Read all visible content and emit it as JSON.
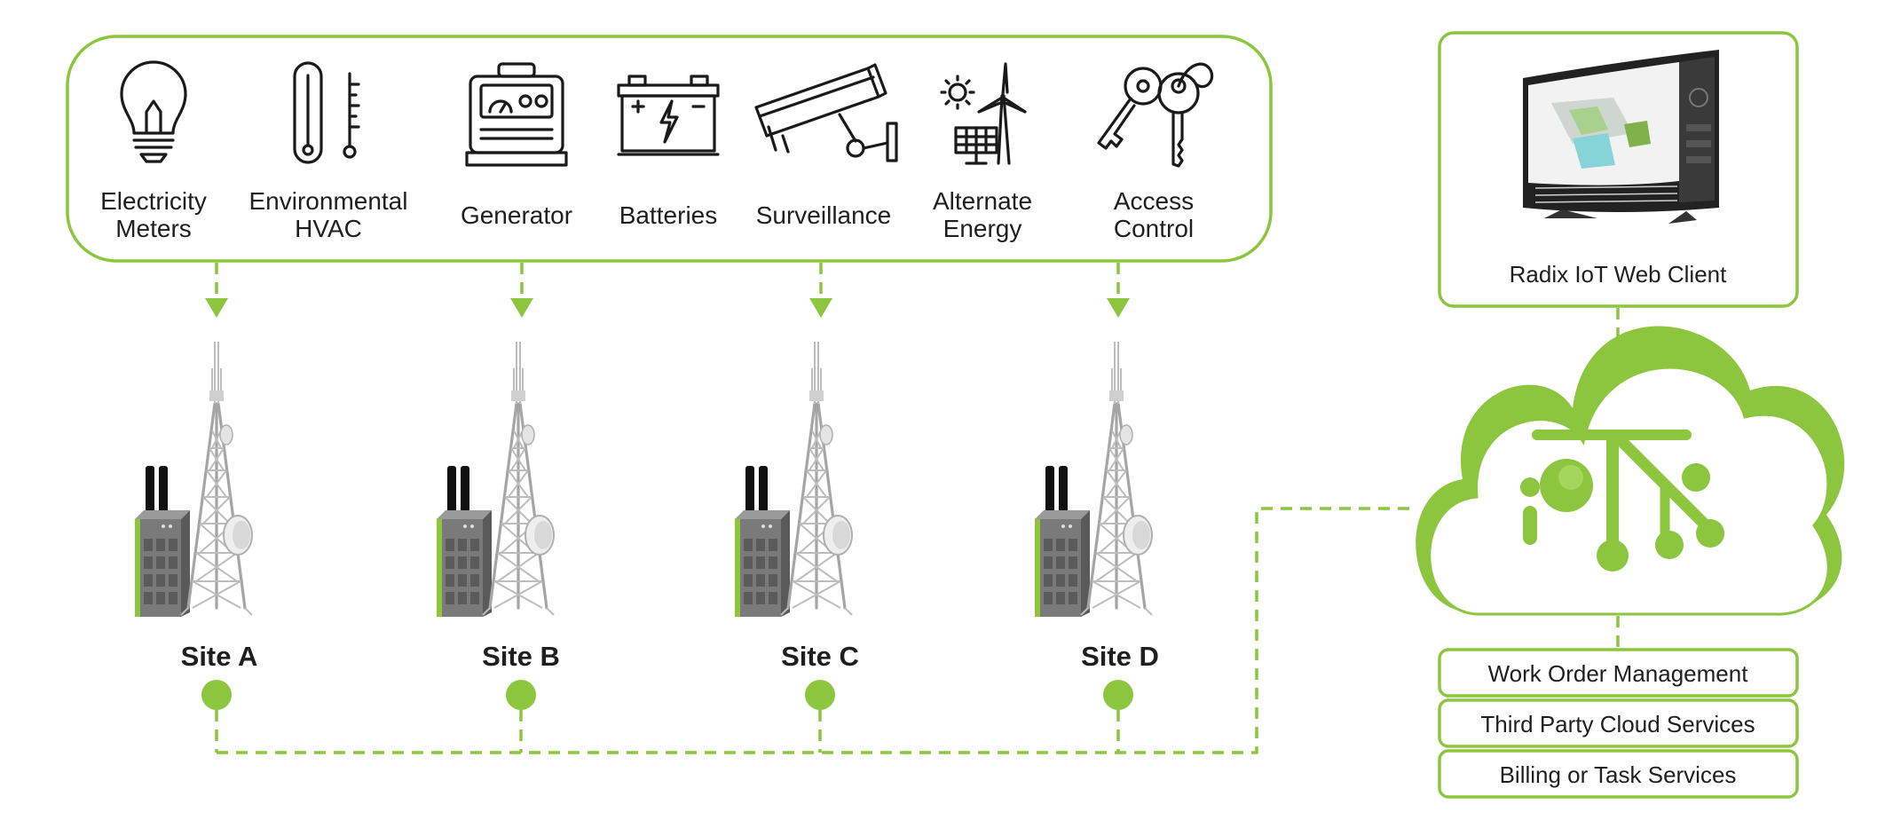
{
  "devices": [
    {
      "line1": "Electricity",
      "line2": "Meters",
      "icon": "lightbulb-icon"
    },
    {
      "line1": "Environmental",
      "line2": "HVAC",
      "icon": "thermometer-icon"
    },
    {
      "line1": "Generator",
      "line2": "",
      "icon": "generator-icon"
    },
    {
      "line1": "Batteries",
      "line2": "",
      "icon": "battery-icon"
    },
    {
      "line1": "Surveillance",
      "line2": "",
      "icon": "security-camera-icon"
    },
    {
      "line1": "Alternate",
      "line2": "Energy",
      "icon": "wind-solar-icon"
    },
    {
      "line1": "Access",
      "line2": "Control",
      "icon": "keys-icon"
    }
  ],
  "sites": [
    {
      "label": "Site A"
    },
    {
      "label": "Site B"
    },
    {
      "label": "Site C"
    },
    {
      "label": "Site D"
    }
  ],
  "web_client": {
    "label": "Radix IoT Web Client",
    "icon": "curved-monitor-icon"
  },
  "cloud": {
    "icon": "iot-cloud-icon",
    "logo_text": "iOT"
  },
  "services": [
    {
      "label": "Work Order Management"
    },
    {
      "label": "Third Party Cloud Services"
    },
    {
      "label": "Billing or Task Services"
    }
  ],
  "colors": {
    "accent": "#8cc63f",
    "text": "#1f1f1f",
    "tower": "#a5a5a5",
    "gateway": "#6e6e6e"
  }
}
